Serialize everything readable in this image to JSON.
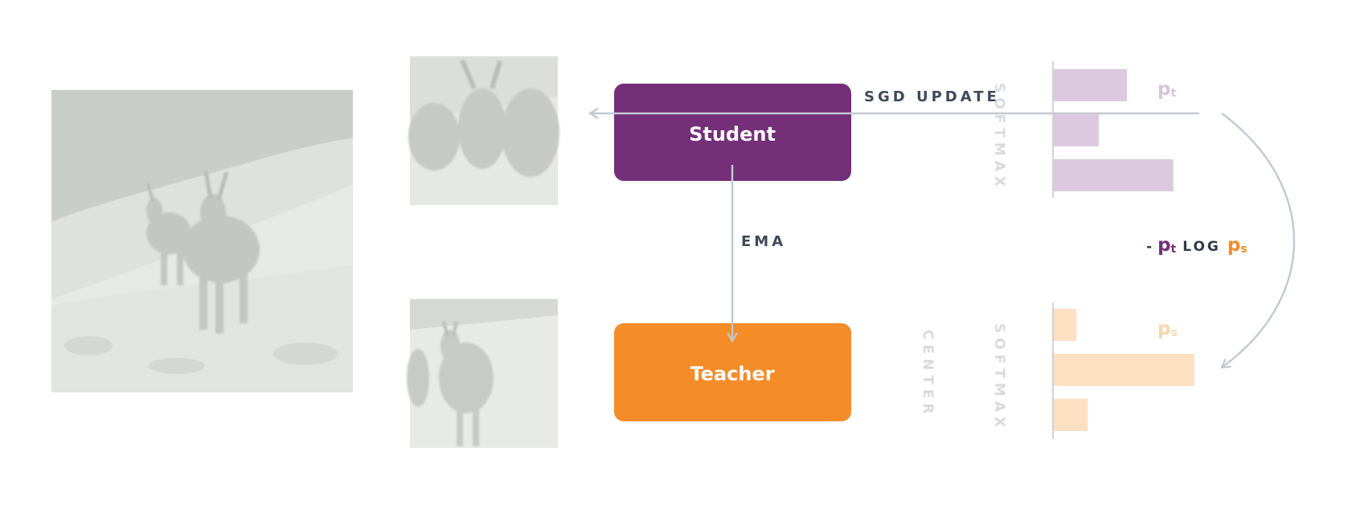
{
  "colors": {
    "student": "#742f78",
    "teacher": "#f48c28",
    "arrow": "#c3c9d1",
    "text_dark": "#3f4a5a",
    "faint": "#d8dade",
    "pt_light": "#dcc9df",
    "ps_light": "#fde0c2",
    "pt_label_light": "#d9c3dc",
    "ps_label_light": "#fbd7ad"
  },
  "nodes": {
    "student": {
      "label": "Student"
    },
    "teacher": {
      "label": "Teacher"
    }
  },
  "edges": {
    "sgd_update": "SGD UPDATE",
    "ema": "EMA"
  },
  "labels": {
    "center": "CENTER",
    "softmax_student": "SOFTMAX",
    "softmax_teacher": "SOFTMAX",
    "pt_main": "p",
    "pt_sub": "t",
    "ps_main": "p",
    "ps_sub": "s"
  },
  "loss": {
    "minus": "-",
    "pt_main": "p",
    "pt_sub": "t",
    "log": "LOG",
    "ps_main": "p",
    "ps_sub": "s"
  },
  "images": {
    "original": "ibex-photo",
    "view_student": "ibex-crop-student",
    "view_teacher": "ibex-crop-teacher"
  },
  "distributions": {
    "pt": [
      0.52,
      0.32,
      0.85
    ],
    "ps": [
      0.16,
      1.0,
      0.24
    ]
  }
}
